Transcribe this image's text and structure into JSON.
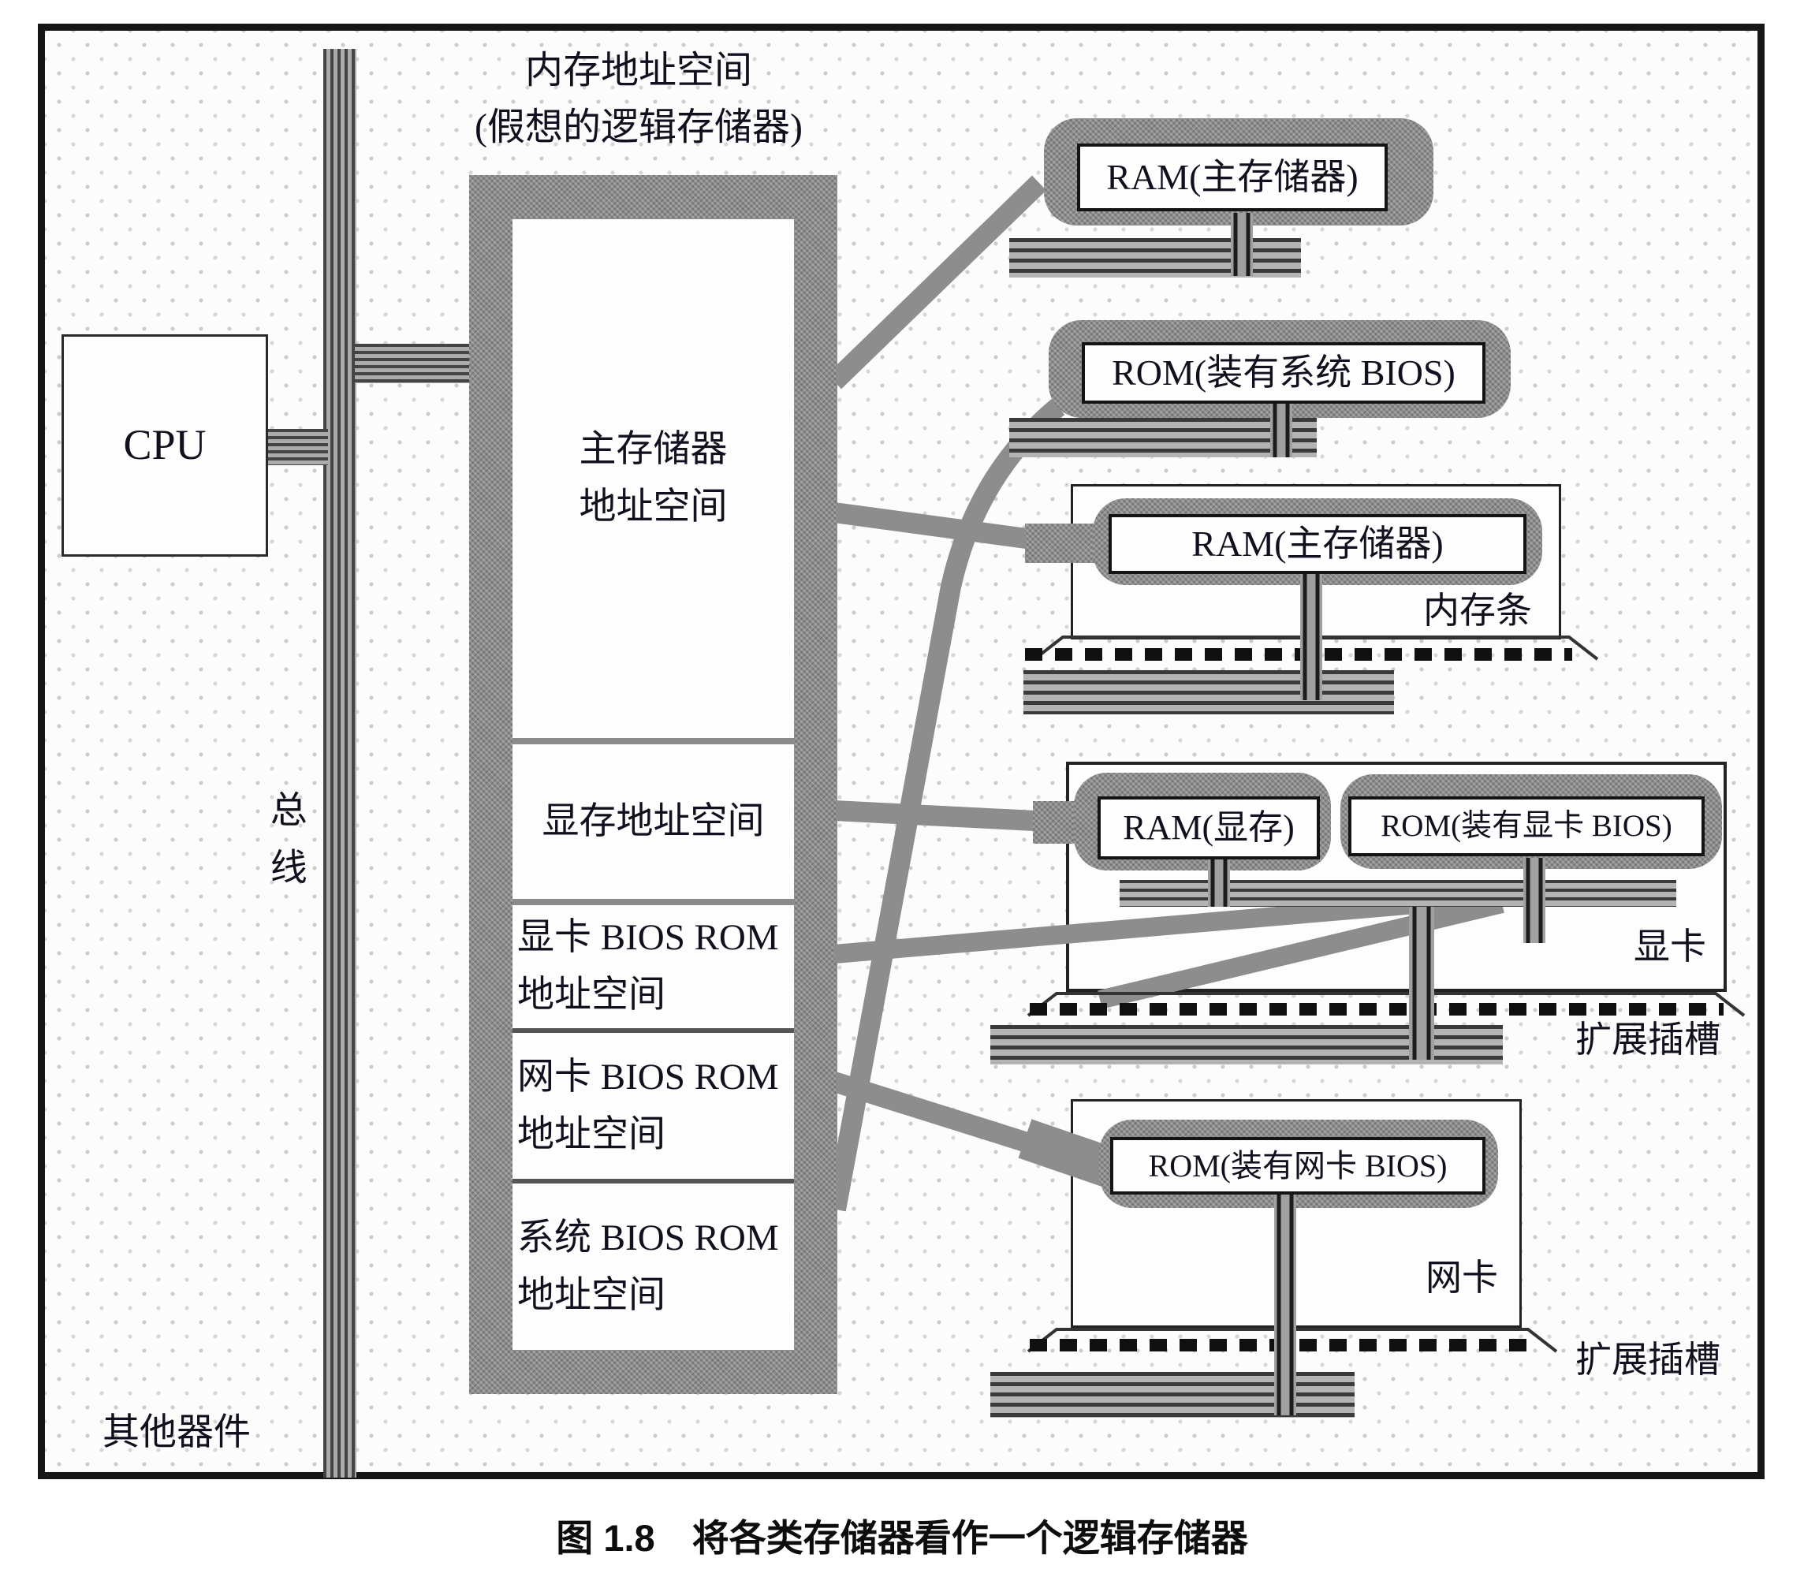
{
  "title": {
    "line1": "内存地址空间",
    "line2": "(假想的逻辑存储器)"
  },
  "cpu_label": "CPU",
  "bus_label": "总线",
  "other_devices_label": "其他器件",
  "address_space_sections": [
    {
      "line1": "主存储器",
      "line2": "地址空间"
    },
    {
      "line1": "显存地址空间",
      "line2": ""
    },
    {
      "line1": "显卡 BIOS ROM",
      "line2": "地址空间"
    },
    {
      "line1": "网卡 BIOS ROM",
      "line2": "地址空间"
    },
    {
      "line1": "系统 BIOS ROM",
      "line2": "地址空间"
    }
  ],
  "devices": {
    "ram_main": {
      "label": "RAM(主存储器)"
    },
    "rom_system": {
      "label": "ROM(装有系统 BIOS)"
    },
    "memory_module": {
      "chip_label": "RAM(主存储器)",
      "card_label": "内存条"
    },
    "graphics_card": {
      "ram_label": "RAM(显存)",
      "rom_label": "ROM(装有显卡 BIOS)",
      "card_label": "显卡",
      "slot_label": "扩展插槽"
    },
    "network_card": {
      "rom_label": "ROM(装有网卡 BIOS)",
      "card_label": "网卡",
      "slot_label": "扩展插槽"
    }
  },
  "caption": "图 1.8　将各类存储器看作一个逻辑存储器",
  "colors": {
    "connector_gray": "#8d8d8d",
    "halftone_gray": "#8c8c8c",
    "line_dark": "#1c1c1c",
    "frame_border": "#161616"
  }
}
